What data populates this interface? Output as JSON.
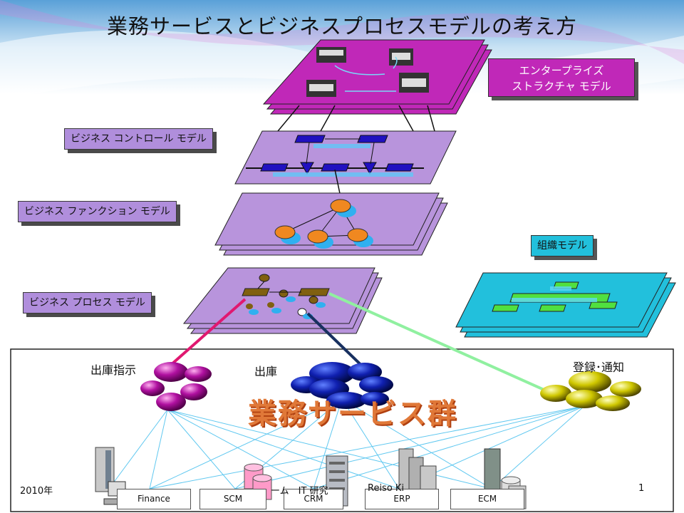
{
  "title": "業務サービスとビジネスプロセスモデルの考え方",
  "labels": {
    "enterprise_l1": "エンタープライズ",
    "enterprise_l2": "ストラクチャ モデル",
    "control": "ビジネス コントロール モデル",
    "function": "ビジネス ファンクション モデル",
    "process": "ビジネス プロセス モデル",
    "org": "組織モデル"
  },
  "services": {
    "shipping_instr": "出庫指示",
    "shipping": "出庫",
    "register_notify": "登録･通知",
    "group": "業務サービス群"
  },
  "systems": [
    "Finance",
    "SCM",
    "CRM",
    "ERP",
    "ECM"
  ],
  "footer": {
    "year": "2010年",
    "mid": "ーム　IT 研究",
    "org": "Reiso Ki",
    "page": "1"
  },
  "colors": {
    "layer": "#b894dc",
    "enterprise": "#c028b8",
    "org": "#22c0dc",
    "magenta_link": "#e01870",
    "navy_link": "#183060",
    "green_link": "#90f0a0"
  }
}
